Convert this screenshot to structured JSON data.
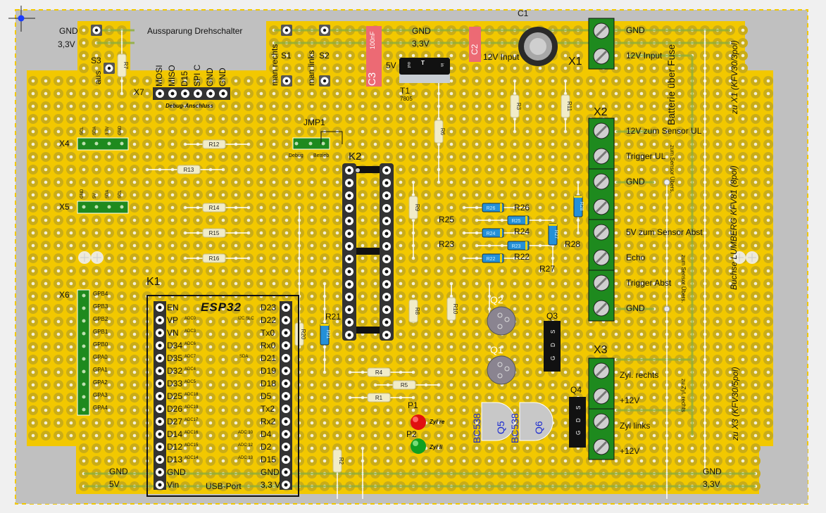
{
  "title": "ESP32 Lochraster-Layout",
  "colors": {
    "board": "#f2c800",
    "pad_ring": "#c9ac18",
    "pad_hole": "#f4f0d8",
    "cutout": "#c0c0c0",
    "background": "#f0f0f0",
    "trace": "#8fae3a",
    "wire": "#ffffff",
    "terminal": "#1e8a1e",
    "resistor_body": "#f1ecc8",
    "resistor_blue": "#2490d8",
    "capacitor_pink": "#ec6a74",
    "transistor_text": "#1a2ad0",
    "led_red": "#e01010",
    "led_green": "#10a020",
    "cursor": "#1a3cff"
  },
  "cutout_labels": {
    "top_center": "Aussparung Drehschalter"
  },
  "rails": {
    "top_left": [
      "GND",
      "3,3V"
    ],
    "top_mid": [
      "GND",
      "3,3V"
    ],
    "bottom_left": [
      "GND",
      "5V"
    ],
    "bottom_right": [
      "GND",
      "3,3V"
    ]
  },
  "switches": [
    {
      "ref": "S3",
      "label": "aus"
    },
    {
      "ref": "S1",
      "label": "man rechts"
    },
    {
      "ref": "S2",
      "label": "man links"
    }
  ],
  "debug_header": {
    "ref": "X7",
    "pins": [
      "MOSI",
      "MISO",
      "D15",
      "SPI C",
      "GND",
      "GND"
    ],
    "caption": "Debug-Anschluss"
  },
  "power": {
    "c3": {
      "ref": "C3",
      "value": "100nF"
    },
    "c2": {
      "ref": "C2"
    },
    "c1": {
      "ref": "C1"
    },
    "t1": {
      "ref": "T1",
      "part": "7805",
      "pins": [
        "out",
        "T",
        "in"
      ],
      "out_label": "5V"
    },
    "input_label": "12V Input"
  },
  "jumper": {
    "ref": "JMP1",
    "left": "Debug",
    "right": "Betrieb"
  },
  "x4": {
    "ref": "X4",
    "pins": [
      "SCL",
      "SDA",
      "3,3V",
      "GND"
    ]
  },
  "x5": {
    "ref": "X5",
    "pins": [
      "GND",
      "5V",
      "SDA",
      "SCL"
    ]
  },
  "x6": {
    "ref": "X6",
    "pins": [
      "GPB4",
      "GPB3",
      "GPB2",
      "GPB1",
      "GPB0",
      "GPA0",
      "GPA1",
      "GPA2",
      "GPA3",
      "GPA4"
    ]
  },
  "resistors_plain": [
    "R12",
    "R13",
    "R14",
    "R15",
    "R16",
    "R7",
    "R3",
    "R1",
    "R4",
    "R5",
    "R2",
    "R20",
    "R8",
    "R10",
    "R9",
    "R6",
    "R11"
  ],
  "resistors_blue": [
    "R26",
    "R25",
    "R24",
    "R23",
    "R22",
    "R21",
    "R27",
    "R28"
  ],
  "ic_socket": {
    "ref": "K2"
  },
  "esp32": {
    "ref": "K1",
    "title": "ESP32",
    "footer": "USB-Port",
    "left": [
      {
        "pin": "EN",
        "note": ""
      },
      {
        "pin": "VP",
        "note": "ADC0"
      },
      {
        "pin": "VN",
        "note": "ADC3"
      },
      {
        "pin": "D34",
        "note": "ADC6"
      },
      {
        "pin": "D35",
        "note": "ADC7"
      },
      {
        "pin": "D32",
        "note": "ADC4"
      },
      {
        "pin": "D33",
        "note": "ADC5"
      },
      {
        "pin": "D25",
        "note": "ADC18"
      },
      {
        "pin": "D26",
        "note": "ADC19"
      },
      {
        "pin": "D27",
        "note": "ADC17"
      },
      {
        "pin": "D14",
        "note": "ADC16"
      },
      {
        "pin": "D12",
        "note": "ADC15"
      },
      {
        "pin": "D13",
        "note": "ADC14"
      },
      {
        "pin": "GND",
        "note": ""
      },
      {
        "pin": "Vin",
        "note": ""
      }
    ],
    "right": [
      {
        "pin": "D23",
        "note": ""
      },
      {
        "pin": "D22",
        "note": "I2C SLC"
      },
      {
        "pin": "Tx0",
        "note": ""
      },
      {
        "pin": "Rx0",
        "note": ""
      },
      {
        "pin": "D21",
        "note": "SDA"
      },
      {
        "pin": "D19",
        "note": ""
      },
      {
        "pin": "D18",
        "note": ""
      },
      {
        "pin": "D5",
        "note": ""
      },
      {
        "pin": "Tx2",
        "note": ""
      },
      {
        "pin": "Rx2",
        "note": ""
      },
      {
        "pin": "D4",
        "note": "ADC 10"
      },
      {
        "pin": "D2",
        "note": "ADC 12"
      },
      {
        "pin": "D15",
        "note": "ADC 13"
      },
      {
        "pin": "GND",
        "note": ""
      },
      {
        "pin": "3,3 V",
        "note": ""
      }
    ]
  },
  "leds": [
    {
      "ref": "P1",
      "label": "Zyl re"
    },
    {
      "ref": "P2",
      "label": "Zyl li"
    }
  ],
  "transistors": {
    "q1": "Q1",
    "q2": "Q2",
    "q3": {
      "ref": "Q3",
      "pins": [
        "G",
        "D",
        "S"
      ]
    },
    "q4": {
      "ref": "Q4",
      "pins": [
        "G",
        "D",
        "S"
      ]
    },
    "q5": {
      "ref": "Q5",
      "part": "BC538"
    },
    "q6": {
      "ref": "Q6",
      "part": "BC538"
    }
  },
  "x1": {
    "ref": "X1",
    "labels": [
      "GND",
      "12V Input"
    ],
    "note": "zu X1 (KFV30/3pol)",
    "fuse_note": "Batterie über Fuse"
  },
  "x2": {
    "ref": "X2",
    "labels": [
      "12V zum Sensor UL",
      "Trigger UL",
      "GND",
      "",
      "5V zum Sensor Abst",
      "Echo",
      "Trigger Abst",
      "GND"
    ],
    "note": "Buchse LUMBERG KFV81 (8pol)",
    "wire_note_1": "zum Sensor Übers.",
    "wire_note_2": "zum Sensor Übers."
  },
  "x3": {
    "ref": "X3",
    "labels": [
      "Zyl. rechts",
      "+12V",
      "Zyl links",
      "+12V"
    ],
    "note": "zu X3 (KFV30/5pol)",
    "wire_note": "zu Zyl. rechts"
  }
}
